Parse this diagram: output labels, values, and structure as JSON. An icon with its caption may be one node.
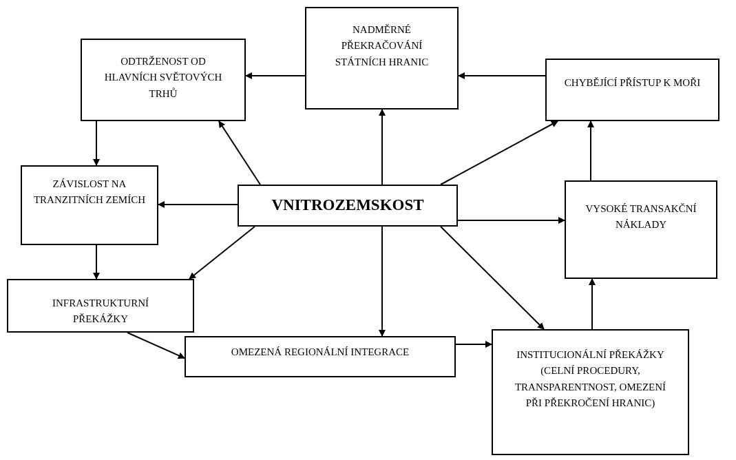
{
  "diagram": {
    "nodes": [
      {
        "text": [
          "ODTRŽENOST OD HLAVNÍCH SVĚTOVÝCH TRHŮ"
        ]
      },
      {
        "text": [
          "NADMĚRNÉ PŘEKRAČOVÁNÍ STÁTNÍCH HRANIC"
        ]
      },
      {
        "text": [
          "CHYBĚJÍCÍ PŘÍSTUP K MOŘI"
        ]
      },
      {
        "text": [
          "ZÁVISLOST NA TRANZITNÍCH ZEMÍCH"
        ]
      },
      {
        "text": [
          "VNITROZEMSKOST"
        ]
      },
      {
        "text": [
          "VYSOKÉ TRANSAKČNÍ NÁKLADY"
        ]
      },
      {
        "text": [
          "INFRASTRUKTURNÍ PŘEKÁŽKY"
        ]
      },
      {
        "text": [
          "OMEZENÁ REGIONÁLNÍ INTEGRACE"
        ]
      },
      {
        "text": [
          "INSTITUCIONÁLNÍ PŘEKÁŽKY (CELNÍ PROCEDURY, TRANSPARENTNOST, OMEZENÍ PŘI PŘEKROČENÍ HRANIC)"
        ]
      }
    ],
    "edges": [
      {
        "from": 1,
        "to": 0,
        "arrow": "to"
      },
      {
        "from": 2,
        "to": 1,
        "arrow": "to"
      },
      {
        "from": 0,
        "to": 3,
        "arrow": "to"
      },
      {
        "from": 3,
        "to": 6,
        "arrow": "to"
      },
      {
        "from": 6,
        "to": 7,
        "arrow": "to"
      },
      {
        "from": 7,
        "to": 8,
        "arrow": "to"
      },
      {
        "from": 4,
        "to": 0,
        "arrow": "to"
      },
      {
        "from": 4,
        "to": 1,
        "arrow": "to"
      },
      {
        "from": 4,
        "to": 2,
        "arrow": "to"
      },
      {
        "from": 4,
        "to": 3,
        "arrow": "to"
      },
      {
        "from": 4,
        "to": 6,
        "arrow": "to"
      },
      {
        "from": 4,
        "to": 7,
        "arrow": "to"
      },
      {
        "from": 4,
        "to": 8,
        "arrow": "to"
      },
      {
        "from": 4,
        "to": 5,
        "arrow": "to"
      },
      {
        "from": 8,
        "to": 5,
        "arrow": "to"
      },
      {
        "from": 5,
        "to": 2,
        "arrow": "to"
      }
    ]
  }
}
